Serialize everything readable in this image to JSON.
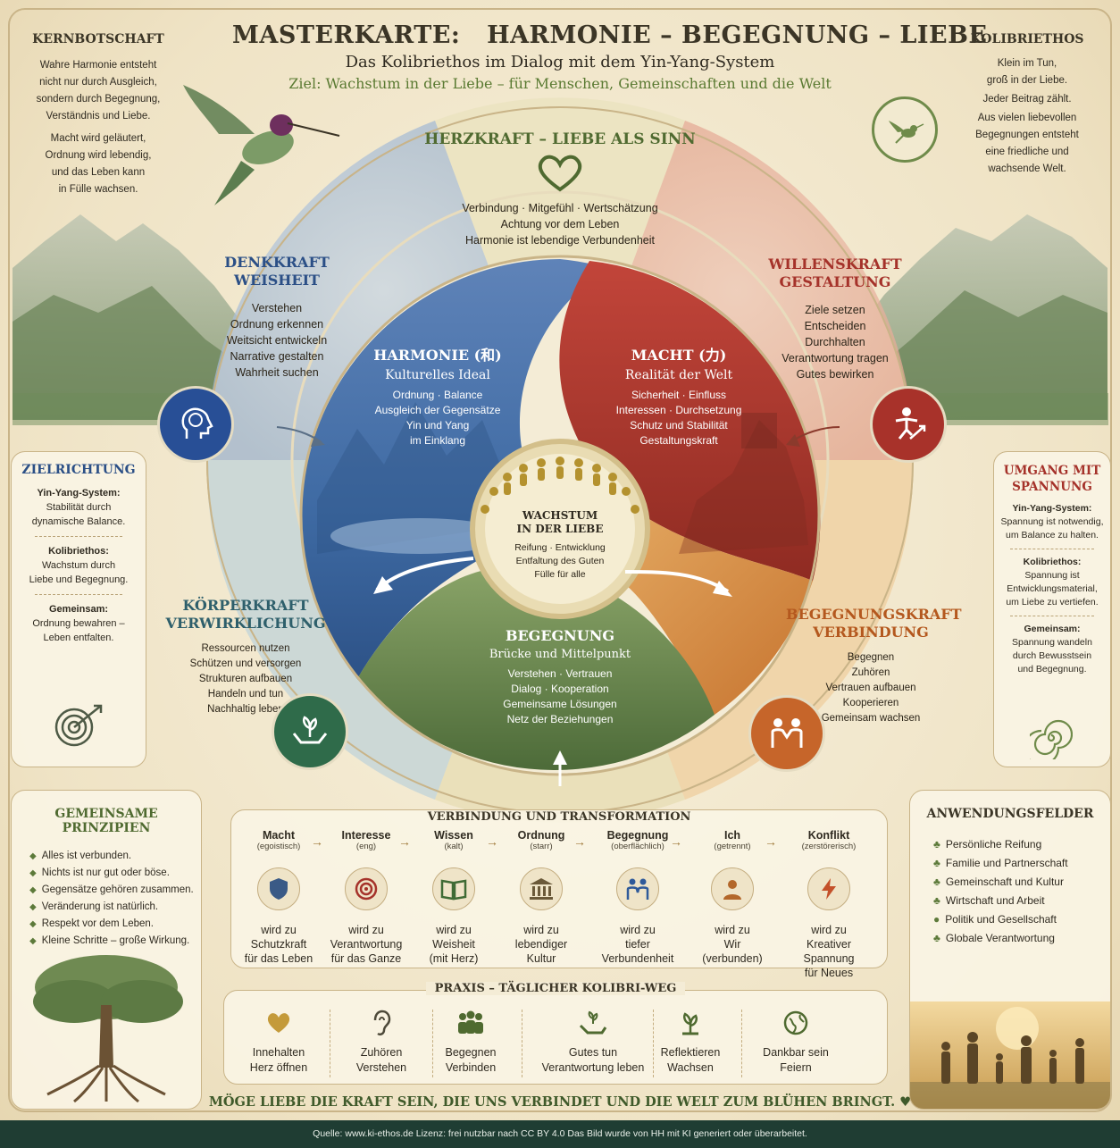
{
  "header": {
    "title": "MASTERKARTE:   HARMONIE – BEGEGNUNG – LIEBE",
    "subtitle": "Das Kolibriethos im Dialog mit dem Yin-Yang-System",
    "goal": "Ziel: Wachstum in der Liebe – für Menschen, Gemeinschaften und die Welt"
  },
  "kernbotschaft": {
    "title": "KERNBOTSCHAFT",
    "p1": [
      "Wahre Harmonie entsteht",
      "nicht nur durch Ausgleich,",
      "sondern durch Begegnung,",
      "Verständnis und Liebe."
    ],
    "p2": [
      "Macht wird geläutert,",
      "Ordnung wird lebendig,",
      "und das Leben kann",
      "in Fülle wachsen."
    ]
  },
  "kolibriethos": {
    "title": "KOLIBRIETHOS",
    "p1": [
      "Klein im Tun,",
      "groß in der Liebe."
    ],
    "p2": [
      "Jeder Beitrag zählt."
    ],
    "p3": [
      "Aus vielen liebevollen",
      "Begegnungen entsteht",
      "eine friedliche und",
      "wachsende Welt."
    ]
  },
  "herzkraft": {
    "title": "HERZKRAFT – LIEBE ALS SINN",
    "lines": [
      "Verbindung · Mitgefühl · Wertschätzung",
      "Achtung vor dem Leben",
      "Harmonie ist lebendige Verbundenheit"
    ]
  },
  "denkkraft": {
    "title": [
      "DENKKRAFT",
      "WEISHEIT"
    ],
    "lines": [
      "Verstehen",
      "Ordnung erkennen",
      "Weitsicht entwickeln",
      "Narrative gestalten",
      "Wahrheit suchen"
    ]
  },
  "willenskraft": {
    "title": [
      "WILLENSKRAFT",
      "GESTALTUNG"
    ],
    "lines": [
      "Ziele setzen",
      "Entscheiden",
      "Durchhalten",
      "Verantwortung tragen",
      "Gutes bewirken"
    ]
  },
  "koerperkraft": {
    "title": [
      "KÖRPERKRAFT",
      "VERWIRKLICHUNG"
    ],
    "lines": [
      "Ressourcen nutzen",
      "Schützen und versorgen",
      "Strukturen aufbauen",
      "Handeln und tun",
      "Nachhaltig leben"
    ]
  },
  "begegnungskraft": {
    "title": [
      "BEGEGNUNGSKRAFT",
      "VERBINDUNG"
    ],
    "lines": [
      "Begegnen",
      "Zuhören",
      "Vertrauen aufbauen",
      "Kooperieren",
      "Gemeinsam wachsen"
    ]
  },
  "harmonie": {
    "title": "HARMONIE (和)",
    "subtitle": "Kulturelles Ideal",
    "lines": [
      "Ordnung · Balance",
      "Ausgleich der Gegensätze",
      "Yin und Yang",
      "im Einklang"
    ]
  },
  "macht": {
    "title": "MACHT (力)",
    "subtitle": "Realität der Welt",
    "lines": [
      "Sicherheit · Einfluss",
      "Interessen · Durchsetzung",
      "Schutz und Stabilität",
      "Gestaltungskraft"
    ]
  },
  "begegnung": {
    "title": "BEGEGNUNG",
    "subtitle": "Brücke und Mittelpunkt",
    "lines": [
      "Verstehen · Vertrauen",
      "Dialog · Kooperation",
      "Gemeinsame Lösungen",
      "Netz der Beziehungen"
    ]
  },
  "center": {
    "title": [
      "WACHSTUM",
      "IN DER LIEBE"
    ],
    "lines": [
      "Reifung · Entwicklung",
      "Entfaltung des Guten",
      "Fülle für alle"
    ]
  },
  "zielrichtung": {
    "title": "ZIELRICHTUNG",
    "b1_head": "Yin-Yang-System:",
    "b1": [
      "Stabilität durch",
      "dynamische Balance."
    ],
    "b2_head": "Kolibriethos:",
    "b2": [
      "Wachstum durch",
      "Liebe und Begegnung."
    ],
    "b3_head": "Gemeinsam:",
    "b3": [
      "Ordnung bewahren –",
      "Leben entfalten."
    ]
  },
  "spannung": {
    "title": [
      "UMGANG MIT",
      "SPANNUNG"
    ],
    "b1_head": "Yin-Yang-System:",
    "b1": [
      "Spannung ist notwendig,",
      "um Balance zu halten."
    ],
    "b2_head": "Kolibriethos:",
    "b2": [
      "Spannung ist",
      "Entwicklungsmaterial,",
      "um Liebe zu vertiefen."
    ],
    "b3_head": "Gemeinsam:",
    "b3": [
      "Spannung wandeln",
      "durch Bewusstsein",
      "und Begegnung."
    ]
  },
  "prinzipien": {
    "title": "GEMEINSAME PRINZIPIEN",
    "items": [
      "Alles ist verbunden.",
      "Nichts ist nur gut oder böse.",
      "Gegensätze gehören zusammen.",
      "Veränderung ist natürlich.",
      "Respekt vor dem Leben.",
      "Kleine Schritte – große Wirkung."
    ]
  },
  "anwendung": {
    "title": "ANWENDUNGSFELDER",
    "items": [
      "Persönliche Reifung",
      "Familie und Partnerschaft",
      "Gemeinschaft und Kultur",
      "Wirtschaft und Arbeit",
      "Politik und Gesellschaft",
      "Globale Verantwortung"
    ]
  },
  "transformation": {
    "title": "VERBINDUNG UND TRANSFORMATION",
    "items": [
      {
        "head": "Macht",
        "sub": "(egoistisch)",
        "to": [
          "wird zu",
          "Schutzkraft",
          "für das Leben"
        ]
      },
      {
        "head": "Interesse",
        "sub": "(eng)",
        "to": [
          "wird zu",
          "Verantwortung",
          "für das Ganze"
        ]
      },
      {
        "head": "Wissen",
        "sub": "(kalt)",
        "to": [
          "wird zu",
          "Weisheit",
          "(mit Herz)"
        ]
      },
      {
        "head": "Ordnung",
        "sub": "(starr)",
        "to": [
          "wird zu",
          "lebendiger",
          "Kultur"
        ]
      },
      {
        "head": "Begegnung",
        "sub": "(oberflächlich)",
        "to": [
          "wird zu",
          "tiefer",
          "Verbundenheit"
        ]
      },
      {
        "head": "Ich",
        "sub": "(getrennt)",
        "to": [
          "wird zu",
          "Wir",
          "(verbunden)"
        ]
      },
      {
        "head": "Konflikt",
        "sub": "(zerstörerisch)",
        "to": [
          "wird zu",
          "Kreativer Spannung",
          "für Neues"
        ]
      }
    ]
  },
  "praxis": {
    "title": "PRAXIS – TÄGLICHER KOLIBRI-WEG",
    "items": [
      [
        "Innehalten",
        "Herz öffnen"
      ],
      [
        "Zuhören",
        "Verstehen"
      ],
      [
        "Begegnen",
        "Verbinden"
      ],
      [
        "Gutes tun",
        "Verantwortung leben"
      ],
      [
        "Reflektieren",
        "Wachsen"
      ],
      [
        "Dankbar sein",
        "Feiern"
      ]
    ]
  },
  "closing": "MÖGE LIEBE DIE KRAFT SEIN, DIE UNS VERBINDET UND DIE WELT ZUM BLÜHEN BRINGT. ♥",
  "footer": "Quelle: www.ki-ethos.de Lizenz: frei nutzbar nach CC BY 4.0 Das Bild wurde von HH mit KI generiert oder überarbeitet.",
  "colors": {
    "blue": "#2f5a9a",
    "red": "#b3362b",
    "green": "#3f6b35",
    "orange": "#c66a22",
    "olive": "#5d7a3a",
    "title": "#3b3526"
  }
}
